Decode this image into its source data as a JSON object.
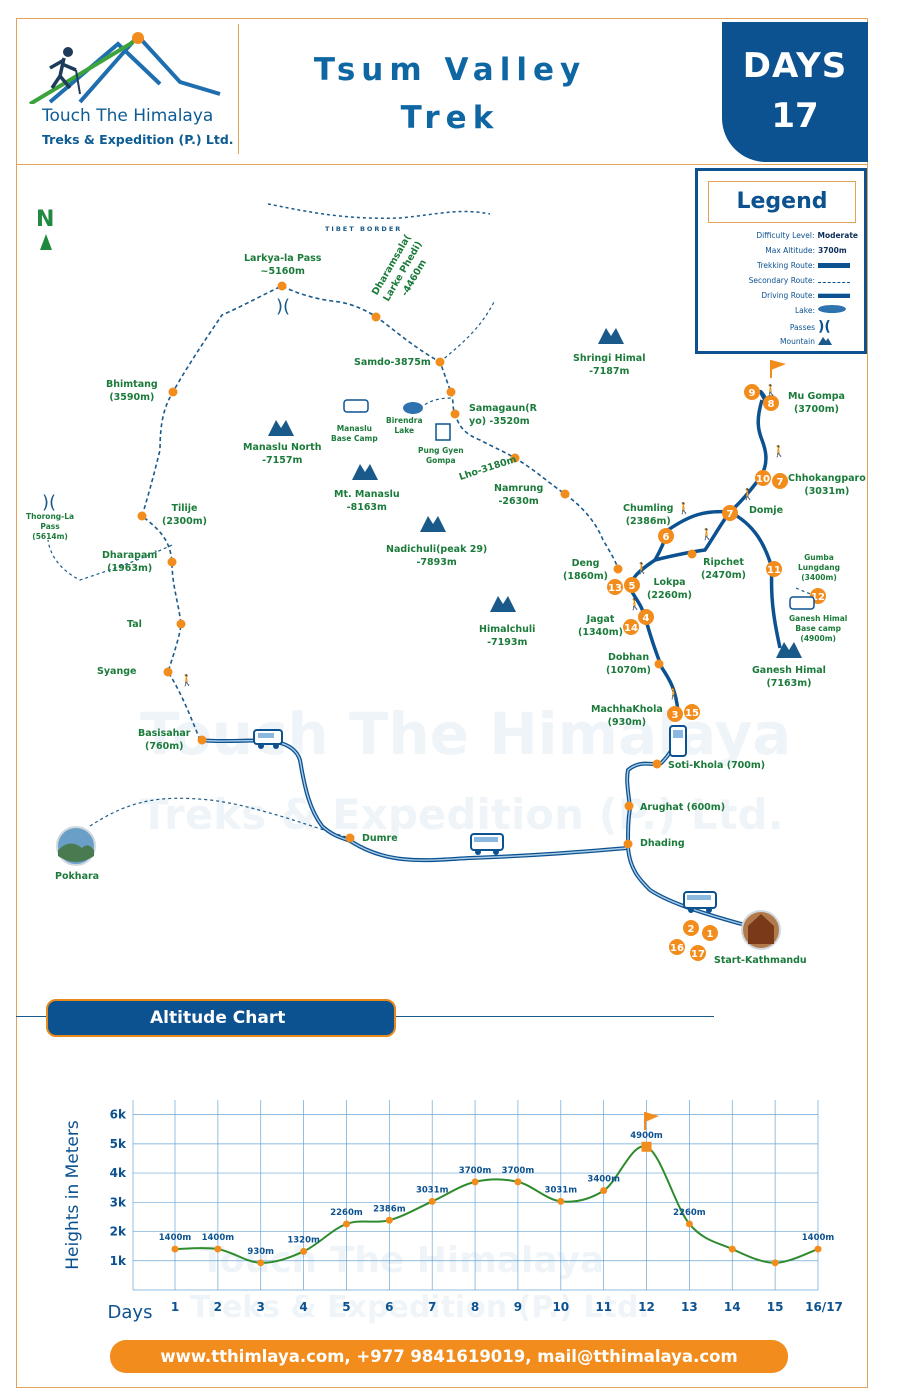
{
  "header": {
    "company_name": "Touch The Himalaya",
    "company_sub": "Treks & Expedition (P.) Ltd.",
    "title_line1": "Tsum Valley",
    "title_line2": "Trek",
    "days_label": "DAYS",
    "days_value": "17"
  },
  "legend": {
    "title": "Legend",
    "rows": [
      {
        "key": "Difficulty Level:",
        "value": "Moderate"
      },
      {
        "key": "Max Altitude:",
        "value": "3700m"
      },
      {
        "key": "Trekking Route:",
        "value": ""
      },
      {
        "key": "Secondary Route:",
        "value": ""
      },
      {
        "key": "Driving Route:",
        "value": ""
      },
      {
        "key": "Lake:",
        "value": ""
      },
      {
        "key": "Passes",
        "value": ""
      },
      {
        "key": "Mountain",
        "value": ""
      }
    ]
  },
  "map": {
    "north": "N",
    "tibet_border": "TIBET BORDER",
    "places": [
      {
        "id": "larkya",
        "text": "Larkya-la Pass\n~5160m"
      },
      {
        "id": "dharamsala",
        "text": "Dharamsala(\nLarke Phedi)\n-4460m"
      },
      {
        "id": "samdo",
        "text": "Samdo-3875m"
      },
      {
        "id": "samagaun",
        "text": "Samagaun(R\nyo) -3520m"
      },
      {
        "id": "lho",
        "text": "Lho-3180m"
      },
      {
        "id": "namrung",
        "text": "Namrung\n-2630m"
      },
      {
        "id": "bhimtang",
        "text": "Bhimtang\n(3590m)"
      },
      {
        "id": "manaslu_north",
        "text": "Manaslu North\n-7157m"
      },
      {
        "id": "mt_manaslu",
        "text": "Mt. Manaslu\n-8163m"
      },
      {
        "id": "nadichuli",
        "text": "Nadichuli(peak 29)\n-7893m"
      },
      {
        "id": "himalchuli",
        "text": "Himalchuli\n-7193m"
      },
      {
        "id": "shringi",
        "text": "Shringi Himal\n-7187m"
      },
      {
        "id": "mbc",
        "text": "Manaslu\nBase Camp"
      },
      {
        "id": "birendra",
        "text": "Birendra\nLake"
      },
      {
        "id": "pung",
        "text": "Pung Gyen\nGompa"
      },
      {
        "id": "thorong",
        "text": "Thorong-La\nPass\n(5614m)"
      },
      {
        "id": "tilije",
        "text": "Tilije\n(2300m)"
      },
      {
        "id": "dharapani",
        "text": "Dharapani\n(1963m)"
      },
      {
        "id": "tal",
        "text": "Tal"
      },
      {
        "id": "syange",
        "text": "Syange"
      },
      {
        "id": "besisahar",
        "text": "Basisahar\n(760m)"
      },
      {
        "id": "dumre",
        "text": "Dumre"
      },
      {
        "id": "pokhara",
        "text": "Pokhara"
      },
      {
        "id": "mu_gompa",
        "text": "Mu Gompa\n(3700m)"
      },
      {
        "id": "chhokang",
        "text": "Chhokangparo\n(3031m)"
      },
      {
        "id": "domje",
        "text": "Domje"
      },
      {
        "id": "chumling",
        "text": "Chumling\n(2386m)"
      },
      {
        "id": "ripchet",
        "text": "Ripchet\n(2470m)"
      },
      {
        "id": "gumba",
        "text": "Gumba\nLungdang\n(3400m)"
      },
      {
        "id": "ghbc",
        "text": "Ganesh Himal\nBase camp\n(4900m)"
      },
      {
        "id": "ganesh",
        "text": "Ganesh Himal\n(7163m)"
      },
      {
        "id": "deng",
        "text": "Deng\n(1860m)"
      },
      {
        "id": "lokpa",
        "text": "Lokpa\n(2260m)"
      },
      {
        "id": "jagat",
        "text": "Jagat\n(1340m)"
      },
      {
        "id": "dobhan",
        "text": "Dobhan\n(1070m)"
      },
      {
        "id": "machha",
        "text": "MachhaKhola\n(930m)"
      },
      {
        "id": "soti",
        "text": "Soti-Khola (700m)"
      },
      {
        "id": "arughat",
        "text": "Arughat (600m)"
      },
      {
        "id": "dhading",
        "text": "Dhading"
      },
      {
        "id": "kathmandu",
        "text": "Start-Kathmandu"
      }
    ],
    "watermark_1": "Touch The Himalaya",
    "watermark_2": "Treks & Expedition (P.) Ltd."
  },
  "altitude_chart": {
    "tab_title": "Altitude Chart",
    "chart_data": {
      "type": "line",
      "title": "Altitude Chart",
      "xlabel": "Days",
      "ylabel": "Heights in Meters",
      "x": [
        "1",
        "2",
        "3",
        "4",
        "5",
        "6",
        "7",
        "8",
        "9",
        "10",
        "11",
        "12",
        "13",
        "14",
        "15",
        "16/17"
      ],
      "y_ticks": [
        "1k",
        "2k",
        "3k",
        "4k",
        "5k",
        "6k"
      ],
      "ylim": [
        0,
        6500
      ],
      "grid": true,
      "series": [
        {
          "values": [
            1400,
            1400,
            930,
            1320,
            2260,
            2386,
            3031,
            3700,
            3700,
            3031,
            3400,
            4900,
            2260,
            1400,
            930,
            1400
          ]
        }
      ],
      "data_labels": [
        "1400m",
        "1400m",
        "930m",
        "1320m",
        "2260m",
        "2386m",
        "3031m",
        "3700m",
        "3700m",
        "3031m",
        "3400m",
        "4900m",
        "2260m",
        "",
        "",
        "1400m"
      ]
    }
  },
  "footer": {
    "contact": "www.tthimlaya.com, +977 9841619019, mail@tthimalaya.com"
  },
  "colors": {
    "brand_blue": "#0c5290",
    "accent_orange": "#f28c1c",
    "label_green": "#1b7b3a"
  }
}
